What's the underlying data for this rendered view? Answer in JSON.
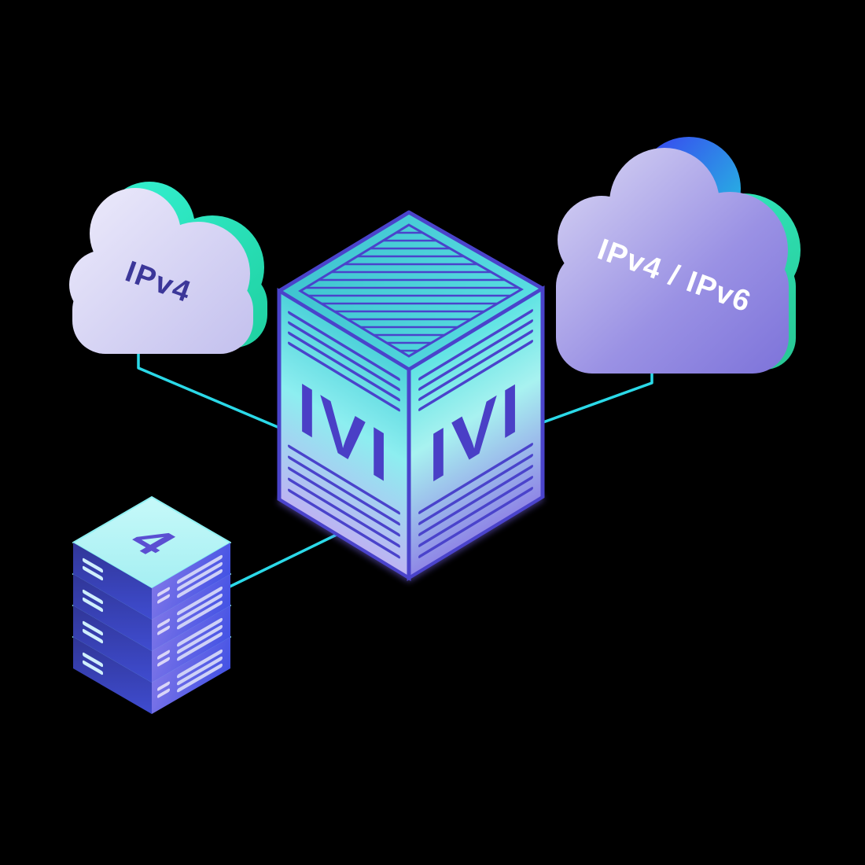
{
  "title": "IVI IPv4/IPv6 translation network illustration",
  "colors": {
    "background": "#000000",
    "connector": "#2bd9e8",
    "indigo": "#4a43cb",
    "ivi_text": "#4a3fc6",
    "label_dark": "#3c3799",
    "label_light": "#ffffff",
    "glyph": "#5b4fd2",
    "teal_accent": "#2fe9c9",
    "teal_accent_dark": "#1fd0a0",
    "cloud_light": "#e9e7fa",
    "cloud_light_deep": "#c4c1ee",
    "cloud_purple": "#cdc9f1",
    "cloud_purple_deep": "#7e74da",
    "blue_accent": "#3653ee",
    "blue_accent_cyan": "#27b3e2",
    "cube_teal": "#4ed2da",
    "cube_lavender": "#bdb3f2",
    "server_dark": "#303697",
    "server_blue": "#4352e4",
    "server_purple": "#8d7fe9",
    "server_top": "#c6f9f9"
  },
  "nodes": {
    "left_cloud": {
      "type": "cloud",
      "label": "IPv4"
    },
    "right_cloud": {
      "type": "cloud",
      "label": "IPv4 / IPv6"
    },
    "translator": {
      "type": "isometric-box",
      "label_left_face": "IVI",
      "label_right_face": "IVI"
    },
    "server_stack": {
      "type": "server-stack",
      "label": "4",
      "units": 4
    }
  },
  "connections": [
    {
      "from": "left_cloud",
      "to": "translator"
    },
    {
      "from": "right_cloud",
      "to": "translator"
    },
    {
      "from": "server_stack",
      "to": "translator"
    }
  ]
}
